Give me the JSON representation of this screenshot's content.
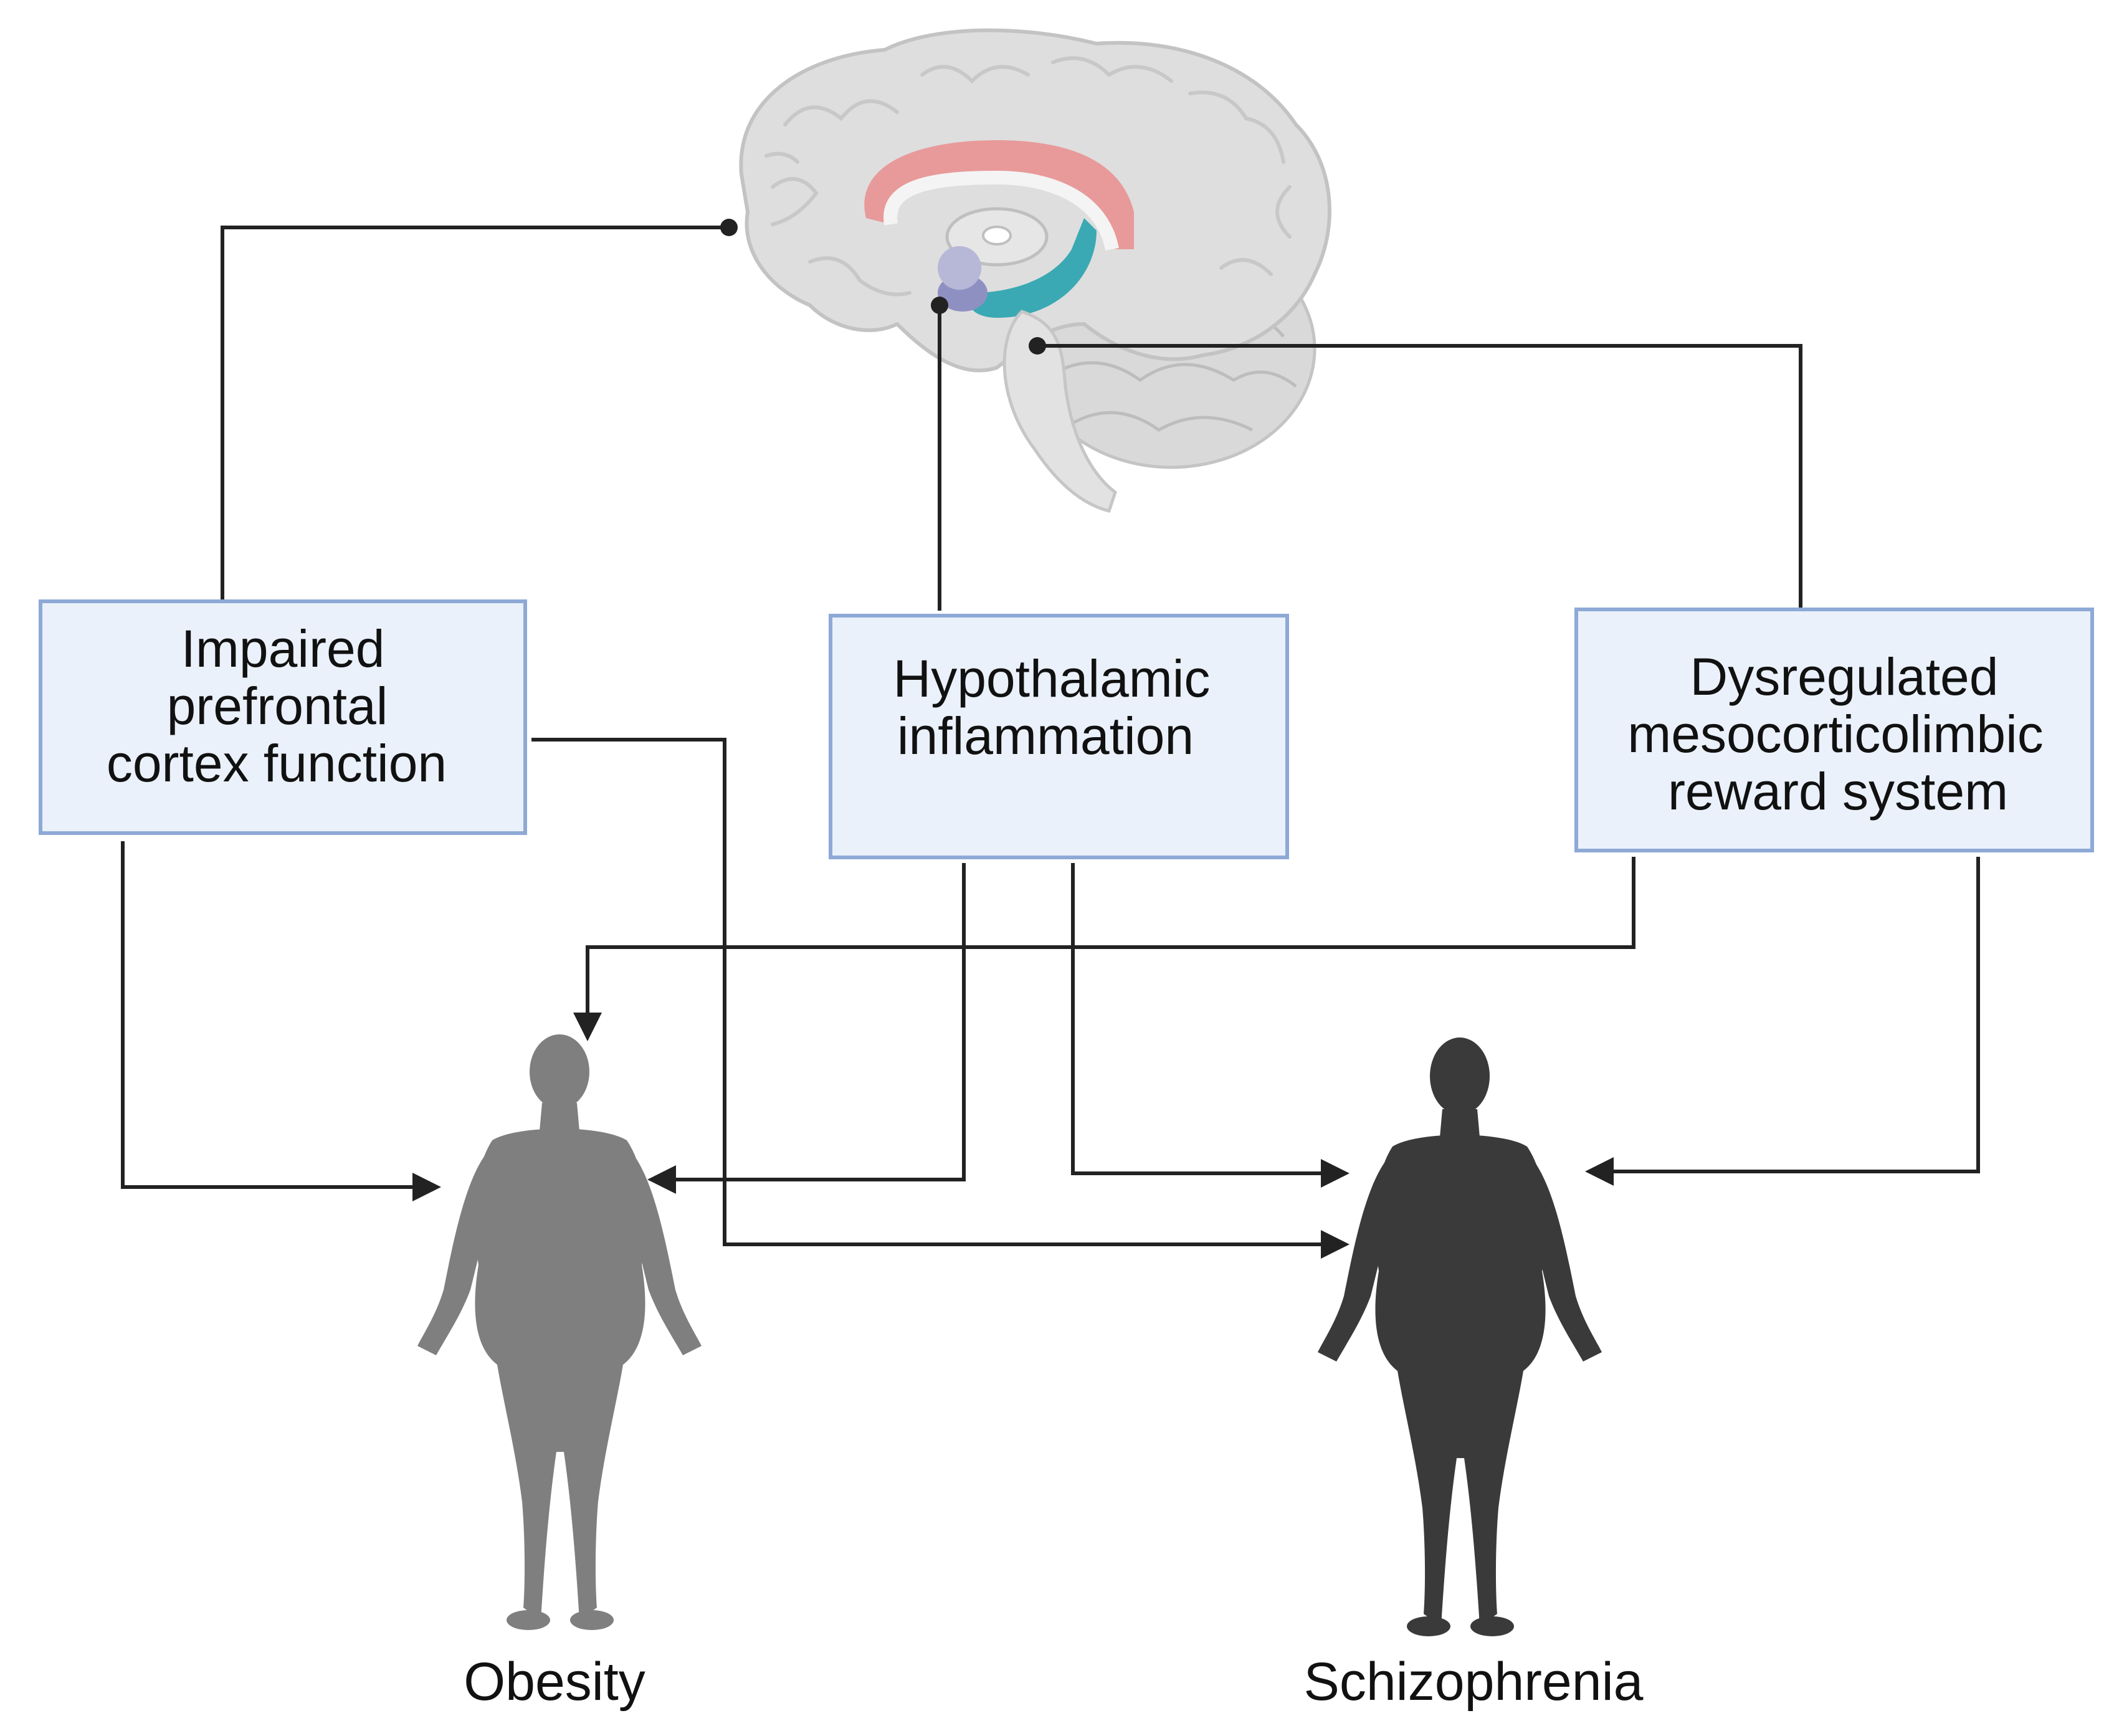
{
  "boxes": {
    "prefrontal": {
      "lines": [
        "Impaired",
        "prefrontal",
        "cortex function"
      ]
    },
    "hypothalamic": {
      "lines": [
        "Hypothalamic",
        "inflammation"
      ]
    },
    "reward": {
      "lines": [
        "Dysregulated",
        "mesocorticolimbic",
        "reward system"
      ]
    }
  },
  "figures": {
    "obesity": {
      "label": "Obesity",
      "color": "#7f7f7f"
    },
    "schizophrenia": {
      "label": "Schizophrenia",
      "color": "#3a3a3a"
    }
  },
  "colors": {
    "box_fill": "#eaf1fa",
    "box_border": "#8ea9d6",
    "line": "#222222",
    "brain": "#dedede",
    "corpus_callosum": "#e89a9a",
    "hippocampus": "#3aa9b3",
    "amygdala": "#8f90c2"
  }
}
